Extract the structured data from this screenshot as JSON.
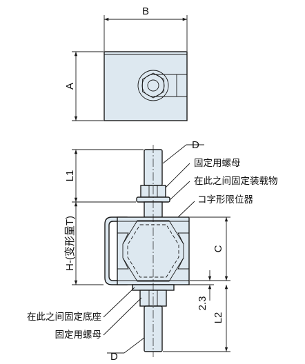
{
  "dimensions": {
    "B": "B",
    "A": "A",
    "L1": "L1",
    "H": "H-(变形量T)",
    "C": "C",
    "v23": "2.3",
    "L2": "L2",
    "D_top": "D",
    "D_bottom": "D"
  },
  "callouts": {
    "fix_nut_top": "固定用螺母",
    "fix_carrier": "在此之间固定装载物",
    "stopper": "コ字形限位器",
    "fix_base": "在此之间固定底座",
    "fix_nut_bottom": "固定用螺母"
  },
  "colors": {
    "part_fill": "#dde8f0",
    "line": "#1a1a1a"
  }
}
